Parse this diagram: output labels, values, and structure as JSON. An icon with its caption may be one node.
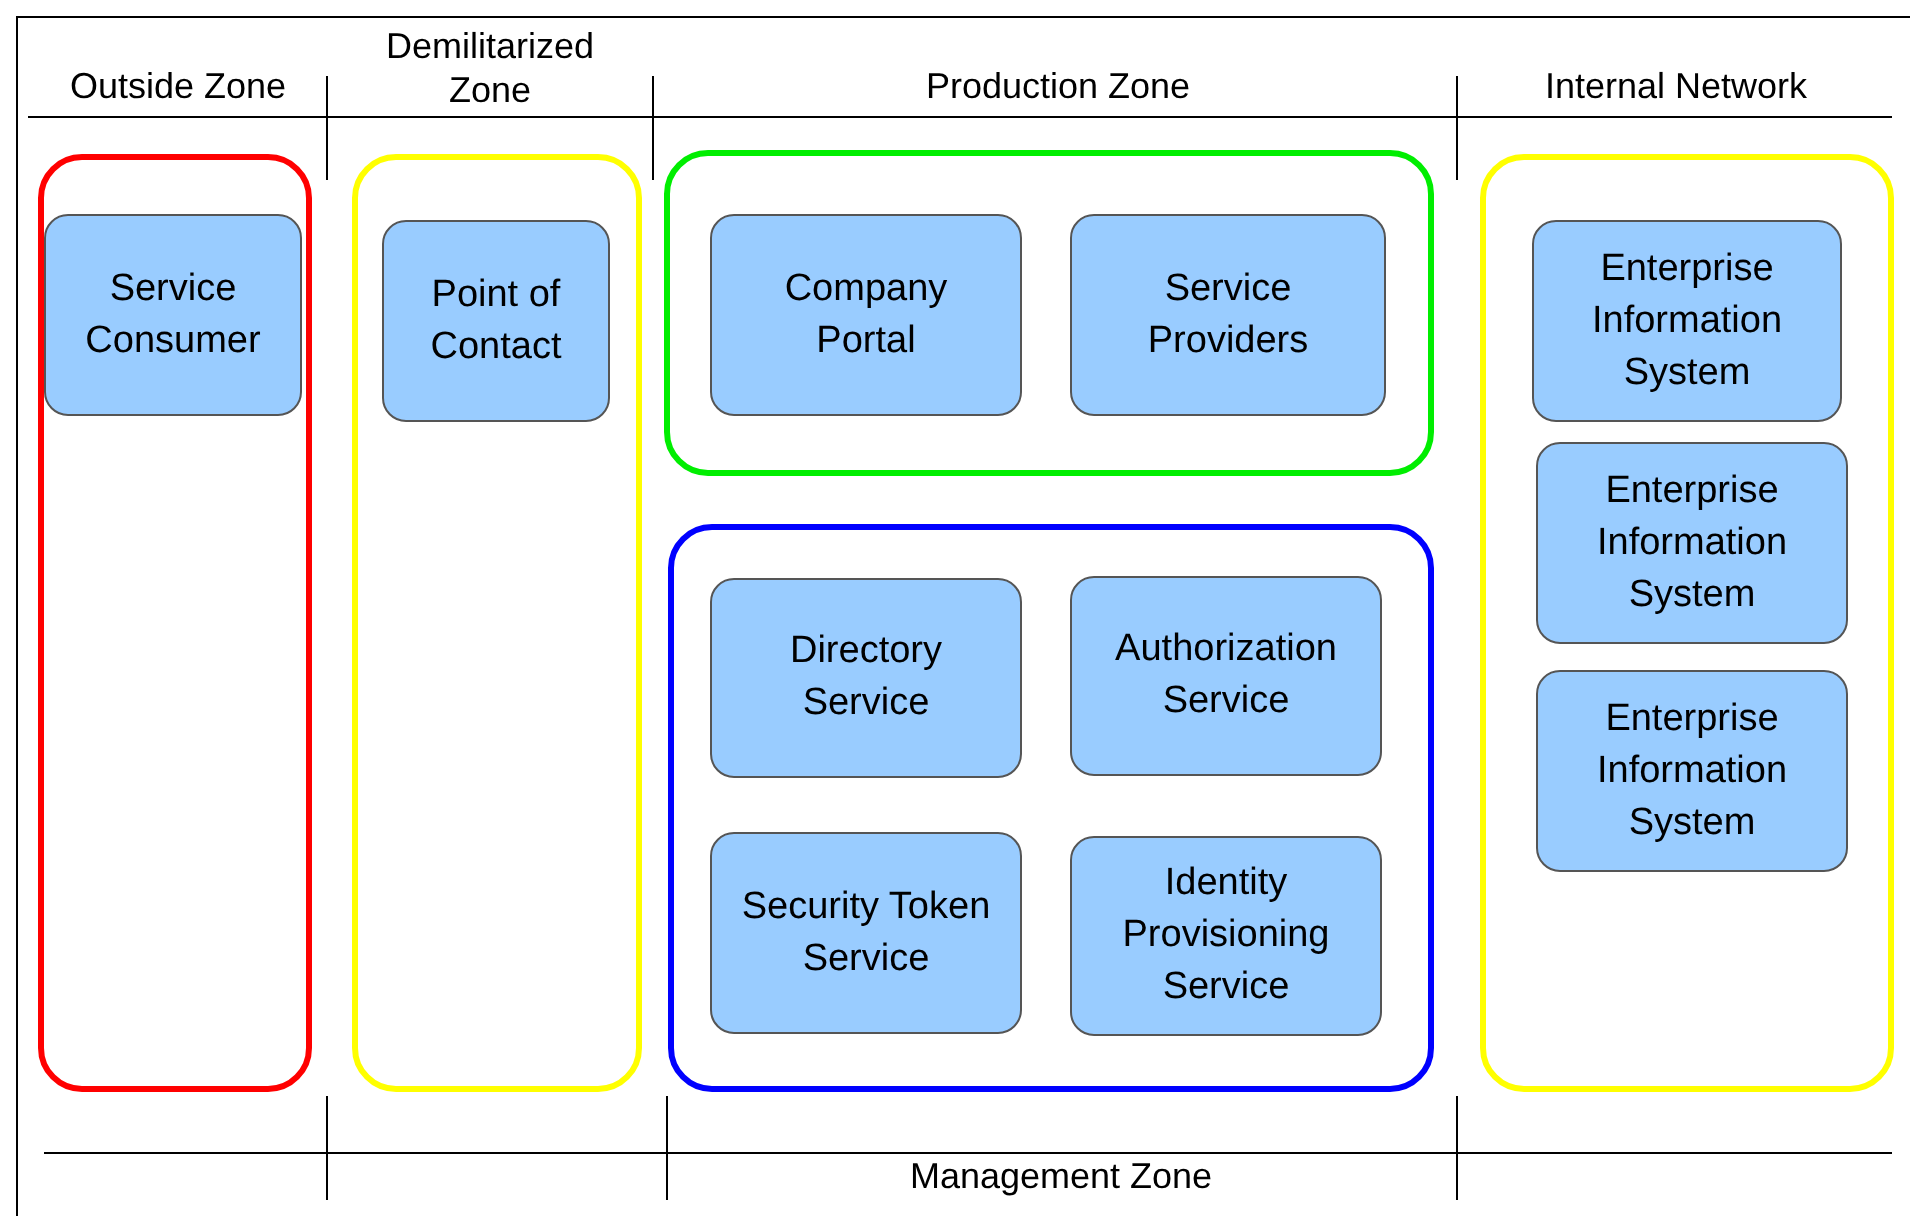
{
  "diagram": {
    "nodes": [
      {
        "text": [],
        "shape": "box"
      },
      {
        "text": [
          "Service Consumer"
        ],
        "in": 0
      },
      {
        "text": [],
        "shape": "box"
      },
      {
        "text": [
          "Point of Contact"
        ],
        "in": 2
      },
      {
        "text": [],
        "shape": "box"
      },
      {
        "text": [
          "Company Portal"
        ],
        "in": 4
      },
      {
        "text": [
          "Service Providers"
        ],
        "in": 4
      },
      {
        "text": [],
        "shape": "box"
      },
      {
        "text": [
          "Directory Service"
        ],
        "in": 7
      },
      {
        "text": [
          "Authorization Service"
        ],
        "in": 7
      },
      {
        "text": [
          "Security Token Service"
        ],
        "in": 7
      },
      {
        "text": [
          "Identity Provisioning Service"
        ],
        "in": 7
      },
      {
        "text": [],
        "shape": "box"
      },
      {
        "text": [
          "Enterprise Information System"
        ],
        "in": 12
      },
      {
        "text": [
          "Enterprise Information System"
        ],
        "in": 12
      },
      {
        "text": [
          "Enterprise Information System"
        ],
        "in": 12
      }
    ],
    "labels": [
      "Outside Zone",
      "Demilitarized Zone",
      "Production Zone",
      "Internal Network",
      "Management Zone"
    ]
  }
}
